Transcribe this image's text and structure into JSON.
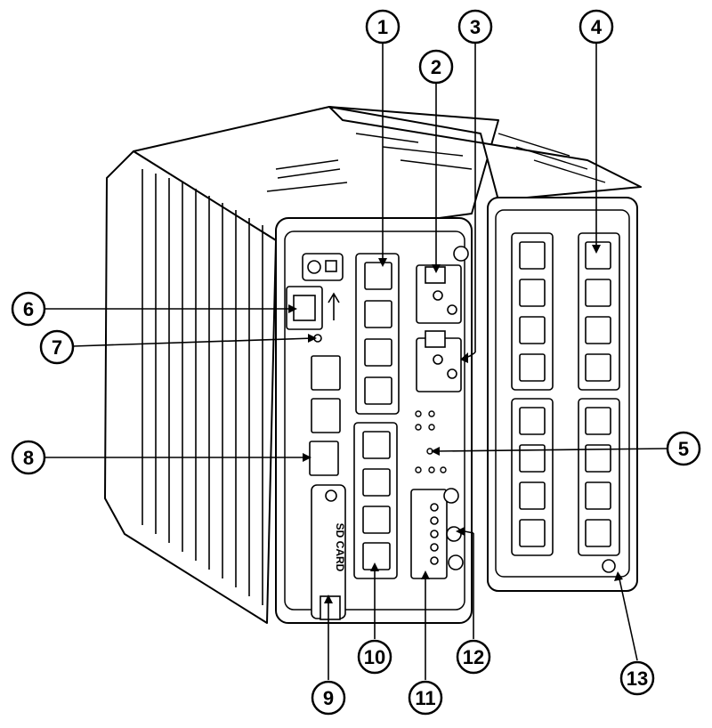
{
  "diagram": {
    "sd_card_label": "SD CARD",
    "callouts": [
      {
        "id": "1",
        "label": "1"
      },
      {
        "id": "2",
        "label": "2"
      },
      {
        "id": "3",
        "label": "3"
      },
      {
        "id": "4",
        "label": "4"
      },
      {
        "id": "5",
        "label": "5"
      },
      {
        "id": "6",
        "label": "6"
      },
      {
        "id": "7",
        "label": "7"
      },
      {
        "id": "8",
        "label": "8"
      },
      {
        "id": "9",
        "label": "9"
      },
      {
        "id": "10",
        "label": "10"
      },
      {
        "id": "11",
        "label": "11"
      },
      {
        "id": "12",
        "label": "12"
      },
      {
        "id": "13",
        "label": "13"
      }
    ]
  }
}
